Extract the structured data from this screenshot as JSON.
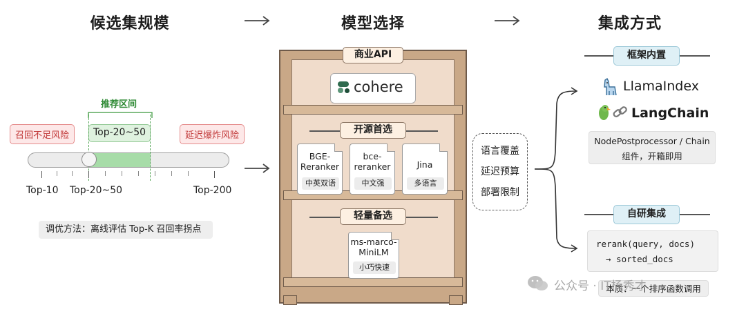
{
  "titles": {
    "candidate": "候选集规模",
    "model": "模型选择",
    "integration": "集成方式"
  },
  "left": {
    "recommend_label": "推荐区间",
    "recommend_value": "Top-20~50",
    "risk_low": "召回不足风险",
    "risk_high": "延迟爆炸风险",
    "axis": [
      "Top-10",
      "Top-20~50",
      "Top-200"
    ],
    "tuning": "调优方法：离线评估 Top-K 召回率拐点"
  },
  "shelf": {
    "commercial_label": "商业API",
    "cohere": "cohere",
    "opensource_label": "开源首选",
    "cards": [
      {
        "name": "BGE-\nReranker",
        "tag": "中英双语"
      },
      {
        "name": "bce-\nreranker",
        "tag": "中文强"
      },
      {
        "name": "Jina",
        "tag": "多语言"
      }
    ],
    "light_label": "轻量备选",
    "light_card": {
      "name": "ms-marco-\nMiniLM",
      "tag": "小巧快速"
    }
  },
  "criteria": [
    "语言覆盖",
    "延迟预算",
    "部署限制"
  ],
  "integration": {
    "builtin_label": "框架内置",
    "llamaindex": "LlamaIndex",
    "langchain": "LangChain",
    "builtin_note_1": "NodePostprocessor / Chain",
    "builtin_note_2": "组件，开箱即用",
    "custom_label": "自研集成",
    "code_1": "rerank(query, docs)",
    "code_2": "→ sorted_docs",
    "custom_note": "本质：一个排序函数调用"
  },
  "watermark": "公众号 · IT杨秀才",
  "icons": [
    "arrow-right-icon",
    "llama-icon",
    "parrot-icon",
    "chain-link-icon",
    "cohere-logo-icon",
    "wechat-icon"
  ]
}
